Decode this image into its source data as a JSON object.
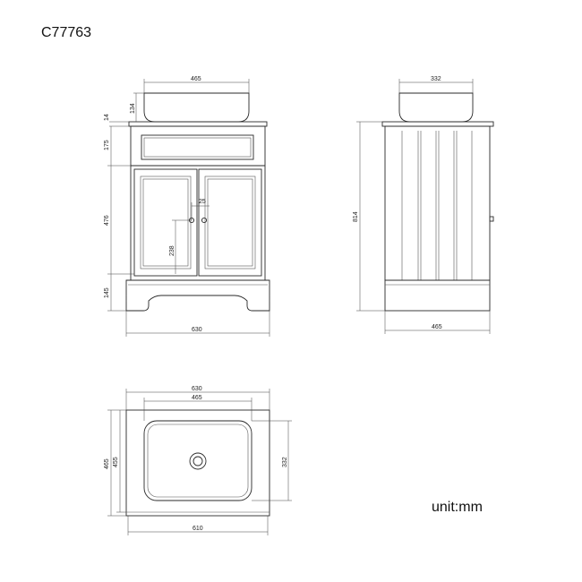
{
  "product_code": "C77763",
  "unit_label": "unit:mm",
  "front_view": {
    "basin_width": "465",
    "basin_height": "134",
    "top_thickness": "14",
    "drawer_height": "175",
    "door_height": "476",
    "plinth_height": "145",
    "knob_offset": "25",
    "knob_height": "238",
    "overall_width": "630"
  },
  "side_view": {
    "basin_depth": "332",
    "overall_height": "814",
    "overall_depth": "465"
  },
  "top_view": {
    "overall_width": "630",
    "basin_width": "465",
    "overall_depth": "465",
    "inner_depth": "455",
    "basin_depth": "332",
    "cabinet_width": "610"
  }
}
